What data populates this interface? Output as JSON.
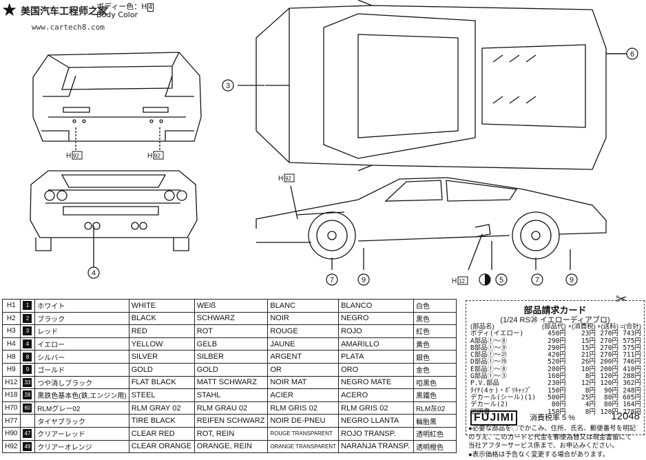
{
  "watermark": {
    "title": "美国汽车工程师之家",
    "url": "www.cartech8.com"
  },
  "body_color": {
    "jp_label": "ボディー色：H",
    "code": "4",
    "en_label": "Body Color"
  },
  "callouts": {
    "part3": "3",
    "part4": "4",
    "part5": "5",
    "part6": "6",
    "part7a": "7",
    "part7b": "7",
    "part9a": "9",
    "part9b": "9",
    "h92_a": "92",
    "h92_b": "92",
    "h92_c": "92",
    "h12": "12",
    "h_prefix": "H"
  },
  "paint_table": {
    "rows": [
      {
        "code": "H1",
        "num": "1",
        "style": "black",
        "jp": "ホワイト",
        "en": "WHITE",
        "de": "WEIß",
        "fr": "BLANC",
        "es": "BLANCO",
        "cn": "白色"
      },
      {
        "code": "H2",
        "num": "2",
        "style": "black",
        "jp": "ブラック",
        "en": "BLACK",
        "de": "SCHWARZ",
        "fr": "NOIR",
        "es": "NEGRO",
        "cn": "黒色"
      },
      {
        "code": "H3",
        "num": "3",
        "style": "black",
        "jp": "レッド",
        "en": "RED",
        "de": "ROT",
        "fr": "ROUGE",
        "es": "ROJO",
        "cn": "紅色"
      },
      {
        "code": "H4",
        "num": "4",
        "style": "black",
        "jp": "イエロー",
        "en": "YELLOW",
        "de": "GELB",
        "fr": "JAUNE",
        "es": "AMARILLO",
        "cn": "黃色"
      },
      {
        "code": "H8",
        "num": "8",
        "style": "black",
        "jp": "シルバー",
        "en": "SILVER",
        "de": "SILBER",
        "fr": "ARGENT",
        "es": "PLATA",
        "cn": "銀色"
      },
      {
        "code": "H9",
        "num": "9",
        "style": "black",
        "jp": "ゴールド",
        "en": "GOLD",
        "de": "GOLD",
        "fr": "OR",
        "es": "ORO",
        "cn": "金色"
      },
      {
        "code": "H12",
        "num": "33",
        "style": "black",
        "jp": "つや消しブラック",
        "en": "FLAT BLACK",
        "de": "MATT SCHWARZ",
        "fr": "NOIR MAT",
        "es": "NEGRO MATE",
        "cn": "啞黒色"
      },
      {
        "code": "H18",
        "num": "28",
        "style": "black",
        "jp": "黒鉄色基本色(鉄,エンジン用)",
        "en": "STEEL",
        "de": "STAHL",
        "fr": "ACIER",
        "es": "ACERO",
        "cn": "黒鐵色"
      },
      {
        "code": "H70",
        "num": "60",
        "style": "black",
        "jp": "RLMグレー02",
        "en": "RLM GRAY 02",
        "de": "RLM GRAU 02",
        "fr": "RLM GRIS 02",
        "es": "RLM GRIS 02",
        "cn": "RLM灰02"
      },
      {
        "code": "H77",
        "num": "",
        "style": "none",
        "jp": "タイヤブラック",
        "en": "TIRE BLACK",
        "de": "REIFEN SCHWARZ",
        "fr": "NOIR DE-PNEU",
        "es": "NEGRO LLANTA",
        "cn": "輪胎黒"
      },
      {
        "code": "H90",
        "num": "47",
        "style": "black",
        "jp": "クリアーレッド",
        "en": "CLEAR RED",
        "de": "ROT, REIN",
        "fr": "ROUGE TRANSPARENT",
        "es": "ROJO TRANSP.",
        "cn": "透明紅色"
      },
      {
        "code": "H92",
        "num": "49",
        "style": "black",
        "jp": "クリアーオレンジ",
        "en": "CLEAR ORANGE",
        "de": "ORANGE, REIN",
        "fr": "ORANGE TRANSPARENT",
        "es": "NARANJA TRANSP.",
        "cn": "透明橙色"
      }
    ]
  },
  "order_card": {
    "title": "部品請求カード",
    "subtitle": "(1/24 RS㉘ イエローディアブロ)",
    "headers": [
      "(部品名)",
      "(部品代)",
      "+(消費税)",
      "+(送料)",
      "=(合計)"
    ],
    "rows": [
      {
        "name": "ボディ(イエロー)",
        "price": "450円",
        "tax": "23円",
        "ship": "270円",
        "total": "743円"
      },
      {
        "name": "A部品①〜⑧",
        "price": "290円",
        "tax": "15円",
        "ship": "270円",
        "total": "575円"
      },
      {
        "name": "B部品①〜⑨",
        "price": "290円",
        "tax": "15円",
        "ship": "270円",
        "total": "575円"
      },
      {
        "name": "C部品①〜㉑",
        "price": "420円",
        "tax": "21円",
        "ship": "270円",
        "total": "711円"
      },
      {
        "name": "D部品①〜⑲",
        "price": "520円",
        "tax": "26円",
        "ship": "200円",
        "total": "746円"
      },
      {
        "name": "E部品①〜⑧",
        "price": "200円",
        "tax": "10円",
        "ship": "200円",
        "total": "410円"
      },
      {
        "name": "G部品①〜③",
        "price": "160円",
        "tax": "8円",
        "ship": "120円",
        "total": "288円"
      },
      {
        "name": "P.V.部品",
        "price": "230円",
        "tax": "12円",
        "ship": "120円",
        "total": "362円"
      },
      {
        "name": "ﾀｲﾔ(4ヶ)・ﾎﾟﾘｷｬｯﾌﾟ",
        "price": "150円",
        "tax": "8円",
        "ship": "90円",
        "total": "248円"
      },
      {
        "name": "デカール(シール)(1)",
        "price": "500円",
        "tax": "25円",
        "ship": "80円",
        "total": "605円"
      },
      {
        "name": "デカール(2)",
        "price": "80円",
        "tax": "4円",
        "ship": "80円",
        "total": "164円"
      },
      {
        "name": "説明書",
        "price": "150円",
        "tax": "8円",
        "ship": "120円",
        "total": "278円"
      }
    ],
    "logo": "FUJIMI",
    "tax_label": "消費税率 5 %",
    "product_code": "12048"
  },
  "notes": [
    "●必要な部品を◯でかこみ、住所、氏名、郵便番号を明記",
    "のうえ、このカードと代金を郵便為替又は現金書留にて",
    "当社アフターサービス係まで、お申込みください。",
    "●表示価格は予告なく変更する場合があります。"
  ]
}
